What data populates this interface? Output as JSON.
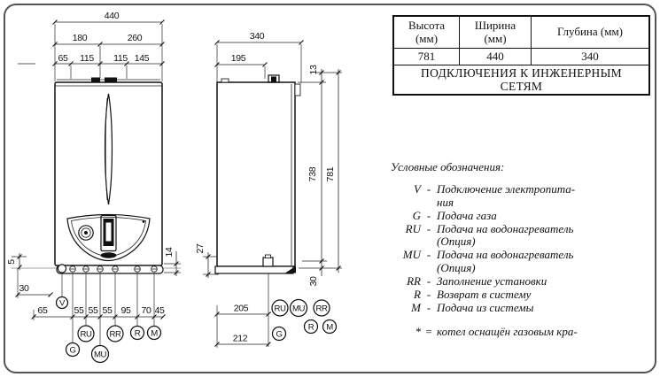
{
  "labels": {
    "v": "V",
    "g": "G",
    "ru": "RU",
    "mu": "MU",
    "rr": "RR",
    "r": "R",
    "m": "M"
  },
  "table": {
    "headers": [
      "Высота\n(мм)",
      "Ширина\n(мм)",
      "Глубина (мм)"
    ],
    "values": [
      "781",
      "440",
      "340"
    ],
    "footer": "ПОДКЛЮЧЕНИЯ К ИНЖЕНЕРНЫМ\nСЕТЯМ"
  },
  "legend": {
    "title": "Условные обозначения:",
    "entries": [
      {
        "symbol": "V",
        "sep": "-",
        "text": "Подключение электропита-\nния"
      },
      {
        "symbol": "G",
        "sep": "-",
        "text": "Подача газа"
      },
      {
        "symbol": "RU",
        "sep": "-",
        "text": "Подача на водонагреватель\n(Опция)"
      },
      {
        "symbol": "MU",
        "sep": "-",
        "text": "Подача на водонагреватель\n(Опция)"
      },
      {
        "symbol": "RR",
        "sep": "-",
        "text": "Заполнение установки"
      },
      {
        "symbol": "R",
        "sep": "-",
        "text": "Возврат в систему"
      },
      {
        "symbol": "M",
        "sep": "-",
        "text": "Подача из системы"
      }
    ],
    "footnote": {
      "symbol": "*",
      "sep": "=",
      "text": "котел оснащён газовым кра-"
    }
  },
  "front_view": {
    "dims": {
      "total_width": "440",
      "upper_left": "180",
      "upper_right": "260",
      "spacing_top": [
        "65",
        "115",
        "115",
        "145"
      ],
      "spacing_bottom": [
        "65",
        "55",
        "55",
        "55",
        "95",
        "70",
        "45"
      ],
      "edge_5": "5",
      "left_30": "30",
      "right_14": "14"
    }
  },
  "side_view": {
    "dims": {
      "depth": "340",
      "top_195": "195",
      "top_13": "13",
      "body_738": "738",
      "height_781": "781",
      "left_27": "27",
      "bottom_30": "30",
      "g_205": "205",
      "g_212": "212"
    }
  }
}
